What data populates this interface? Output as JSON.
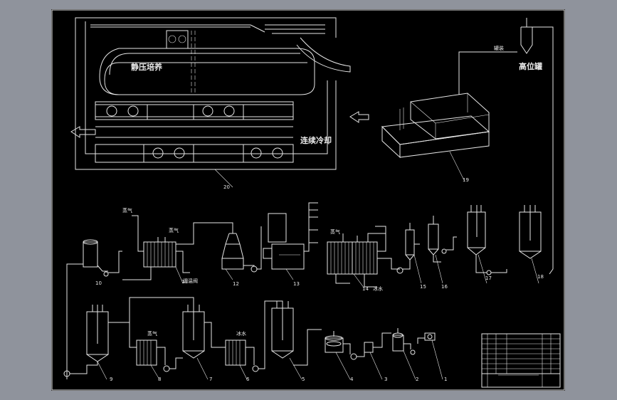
{
  "labels": {
    "static_proof": "静压培养",
    "cooling": "连续冷却",
    "high_tank": "高位罐",
    "filling": "罐装",
    "steam": "蒸气",
    "ice_water": "冰水",
    "regulator_valve": "调温阀"
  },
  "numbers": {
    "n1": "1",
    "n2": "2",
    "n3": "3",
    "n4": "4",
    "n5": "5",
    "n6": "6",
    "n7": "7",
    "n8": "8",
    "n9": "9",
    "n10": "10",
    "n11": "11",
    "n12": "12",
    "n13": "13",
    "n14": "14",
    "n15": "15",
    "n16": "16",
    "n17": "17",
    "n18": "18",
    "n19": "19",
    "n20": "20"
  },
  "colors": {
    "background": "#8f939c",
    "sheet": "#000000",
    "line": "#e6e6e6"
  }
}
